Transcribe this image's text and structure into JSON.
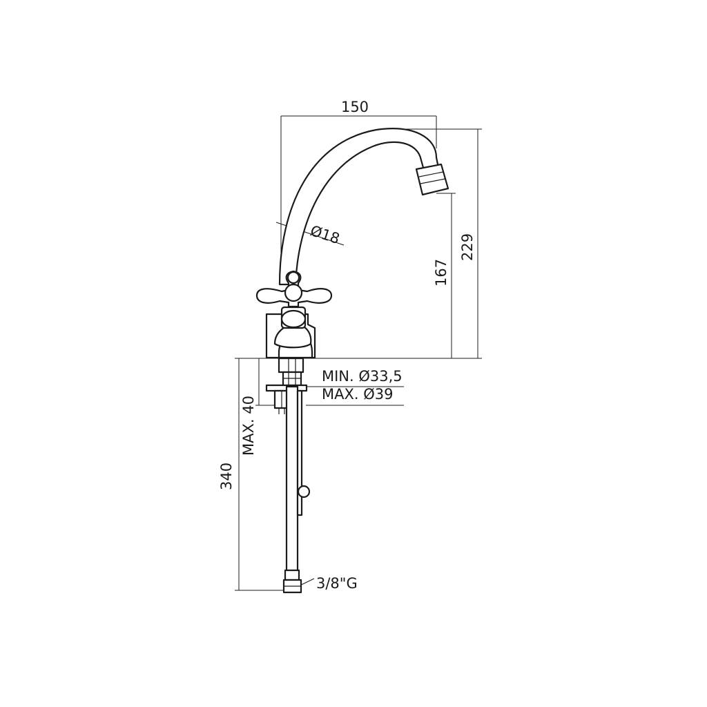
{
  "dimensions": {
    "spout_reach": "150",
    "tube_diameter": "Ø18",
    "spout_height": "167",
    "total_height": "229",
    "hole_min": "MIN. Ø33,5",
    "hole_max": "MAX. Ø39",
    "deck_thickness": "MAX. 40",
    "hose_length": "340",
    "connection": "3/8\"G"
  }
}
